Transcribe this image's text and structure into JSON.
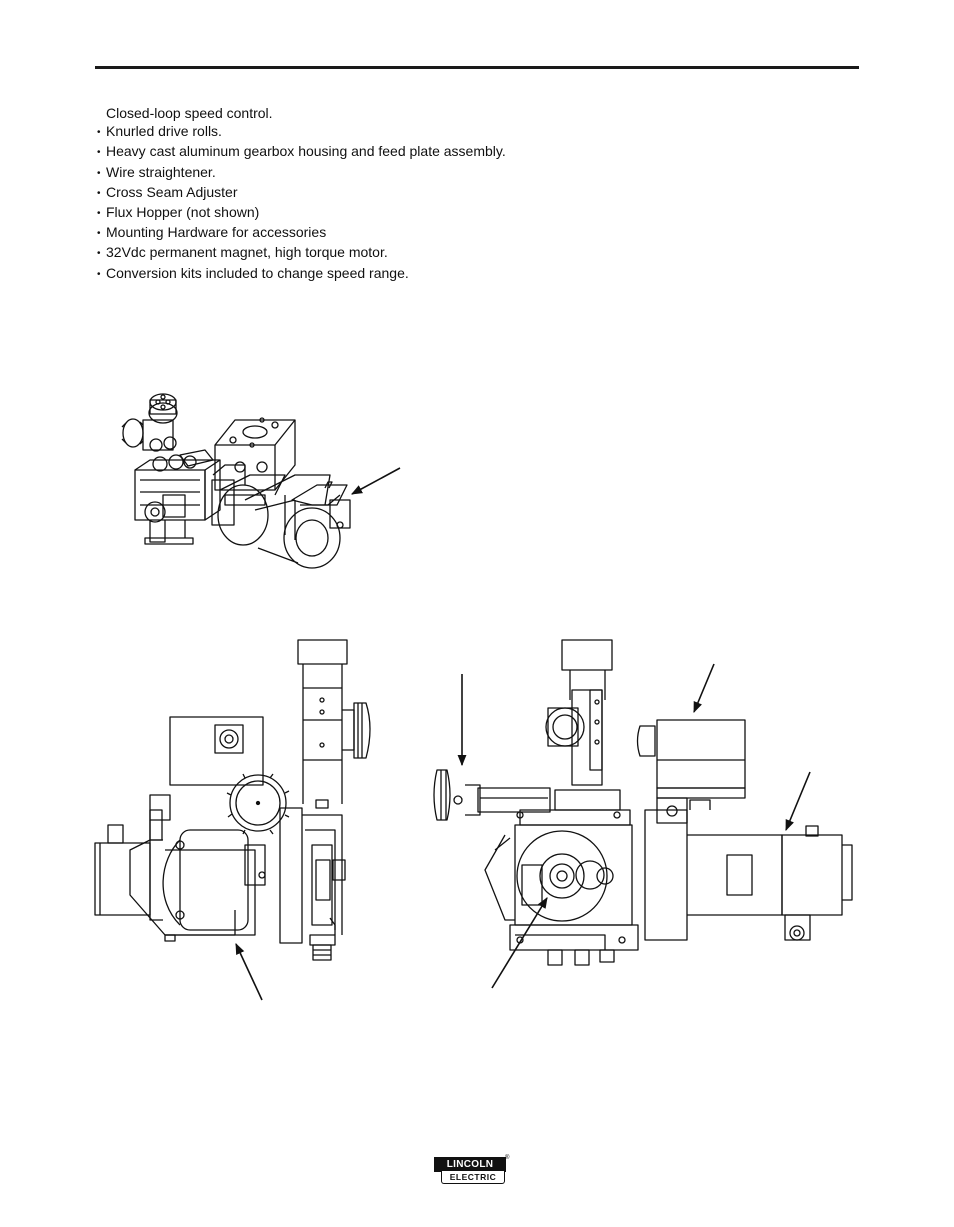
{
  "features": {
    "intro": "Closed-loop speed control.",
    "items": [
      "Knurled drive rolls.",
      "Heavy cast aluminum gearbox housing and feed plate assembly.",
      "Wire straightener.",
      "Cross Seam Adjuster",
      "Flux Hopper (not shown)",
      "Mounting Hardware for accessories",
      "32Vdc permanent magnet, high torque motor.",
      "Conversion kits included to change speed range."
    ]
  },
  "logo": {
    "top": "LINCOLN",
    "registered": "®",
    "bottom": "ELECTRIC"
  }
}
